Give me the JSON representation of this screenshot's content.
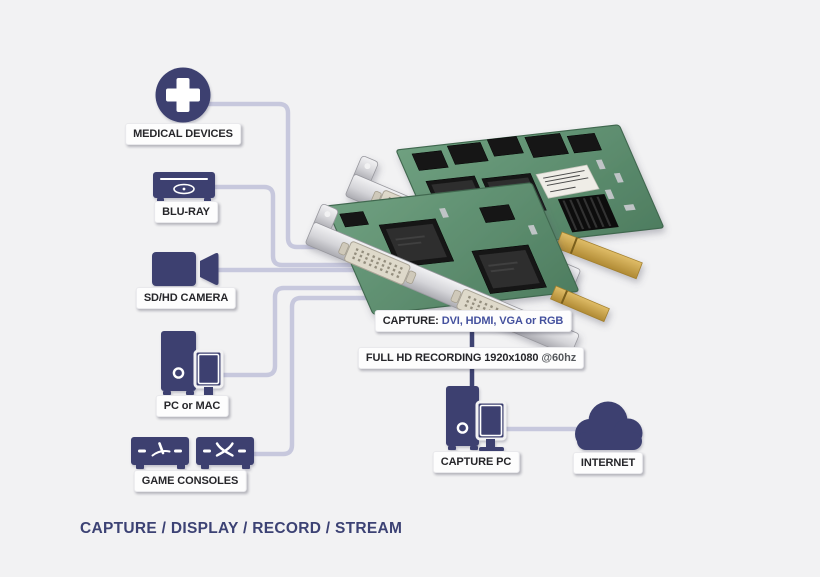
{
  "diagram": {
    "tagline": "CAPTURE / DISPLAY / RECORD / STREAM",
    "sources": [
      {
        "id": "medical-devices",
        "label": "MEDICAL DEVICES",
        "icon": "medical-cross-icon"
      },
      {
        "id": "blu-ray",
        "label": "BLU-RAY",
        "icon": "bluray-player-icon"
      },
      {
        "id": "sd-hd-camera",
        "label": "SD/HD CAMERA",
        "icon": "video-camera-icon"
      },
      {
        "id": "pc-or-mac",
        "label": "PC or MAC",
        "icon": "desktop-computer-icon"
      },
      {
        "id": "game-consoles",
        "label": "GAME CONSOLES",
        "icon": "playstation-xbox-console-icons"
      }
    ],
    "capture_card": {
      "capture_prefix": "CAPTURE:",
      "capture_formats": "DVI, HDMI, VGA or RGB",
      "recording_text": "FULL HD RECORDING 1920x1080",
      "recording_rate": "@60hz"
    },
    "outputs": [
      {
        "id": "capture-pc",
        "label": "CAPTURE PC",
        "icon": "capture-pc-icon"
      },
      {
        "id": "internet",
        "label": "INTERNET",
        "icon": "cloud-icon"
      }
    ]
  },
  "colors": {
    "background": "#f2f2f3",
    "icon_navy": "#3c4170",
    "wire_lavender": "#c7c8dd",
    "wire_dark": "#3e4372",
    "label_text": "#26262a",
    "label_accent_blue": "#44519e",
    "label_muted": "#55585c",
    "slogan": "#3c4274",
    "pcb_green": "#61926f",
    "bracket_silver": "#c9c9cd",
    "connector_cream": "#ded9ca",
    "pcie_gold": "#c9a54c"
  }
}
